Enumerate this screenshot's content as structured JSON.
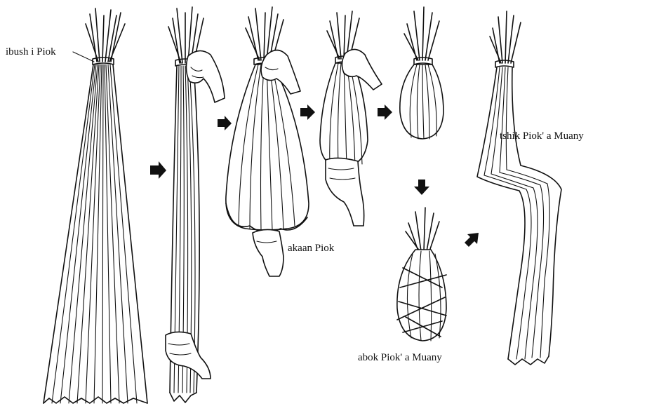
{
  "labels": {
    "bundle_tie": "ibush i Piok",
    "opened_bundle": "akaan Piok",
    "wrapped_bundle": "abok Piok' a Muany",
    "unwrapped_fibres": "tshik Piok' a Muany"
  },
  "steps": [
    {
      "id": 1,
      "description": "long bundle of fibres tied at the top"
    },
    {
      "id": 2,
      "description": "bundle held at top and bottom by hands"
    },
    {
      "id": 3,
      "description": "bundle bunched upward into a bulb shape"
    },
    {
      "id": 4,
      "description": "bundle compressed further"
    },
    {
      "id": 5,
      "description": "small compact bulb"
    },
    {
      "id": 6,
      "description": "bulb wrapped with criss-cross bands"
    },
    {
      "id": 7,
      "description": "resulting zig-zag folded fibres"
    }
  ],
  "icons": {
    "flow_arrow": "right-arrow-icon",
    "hand": "hand-icon"
  }
}
